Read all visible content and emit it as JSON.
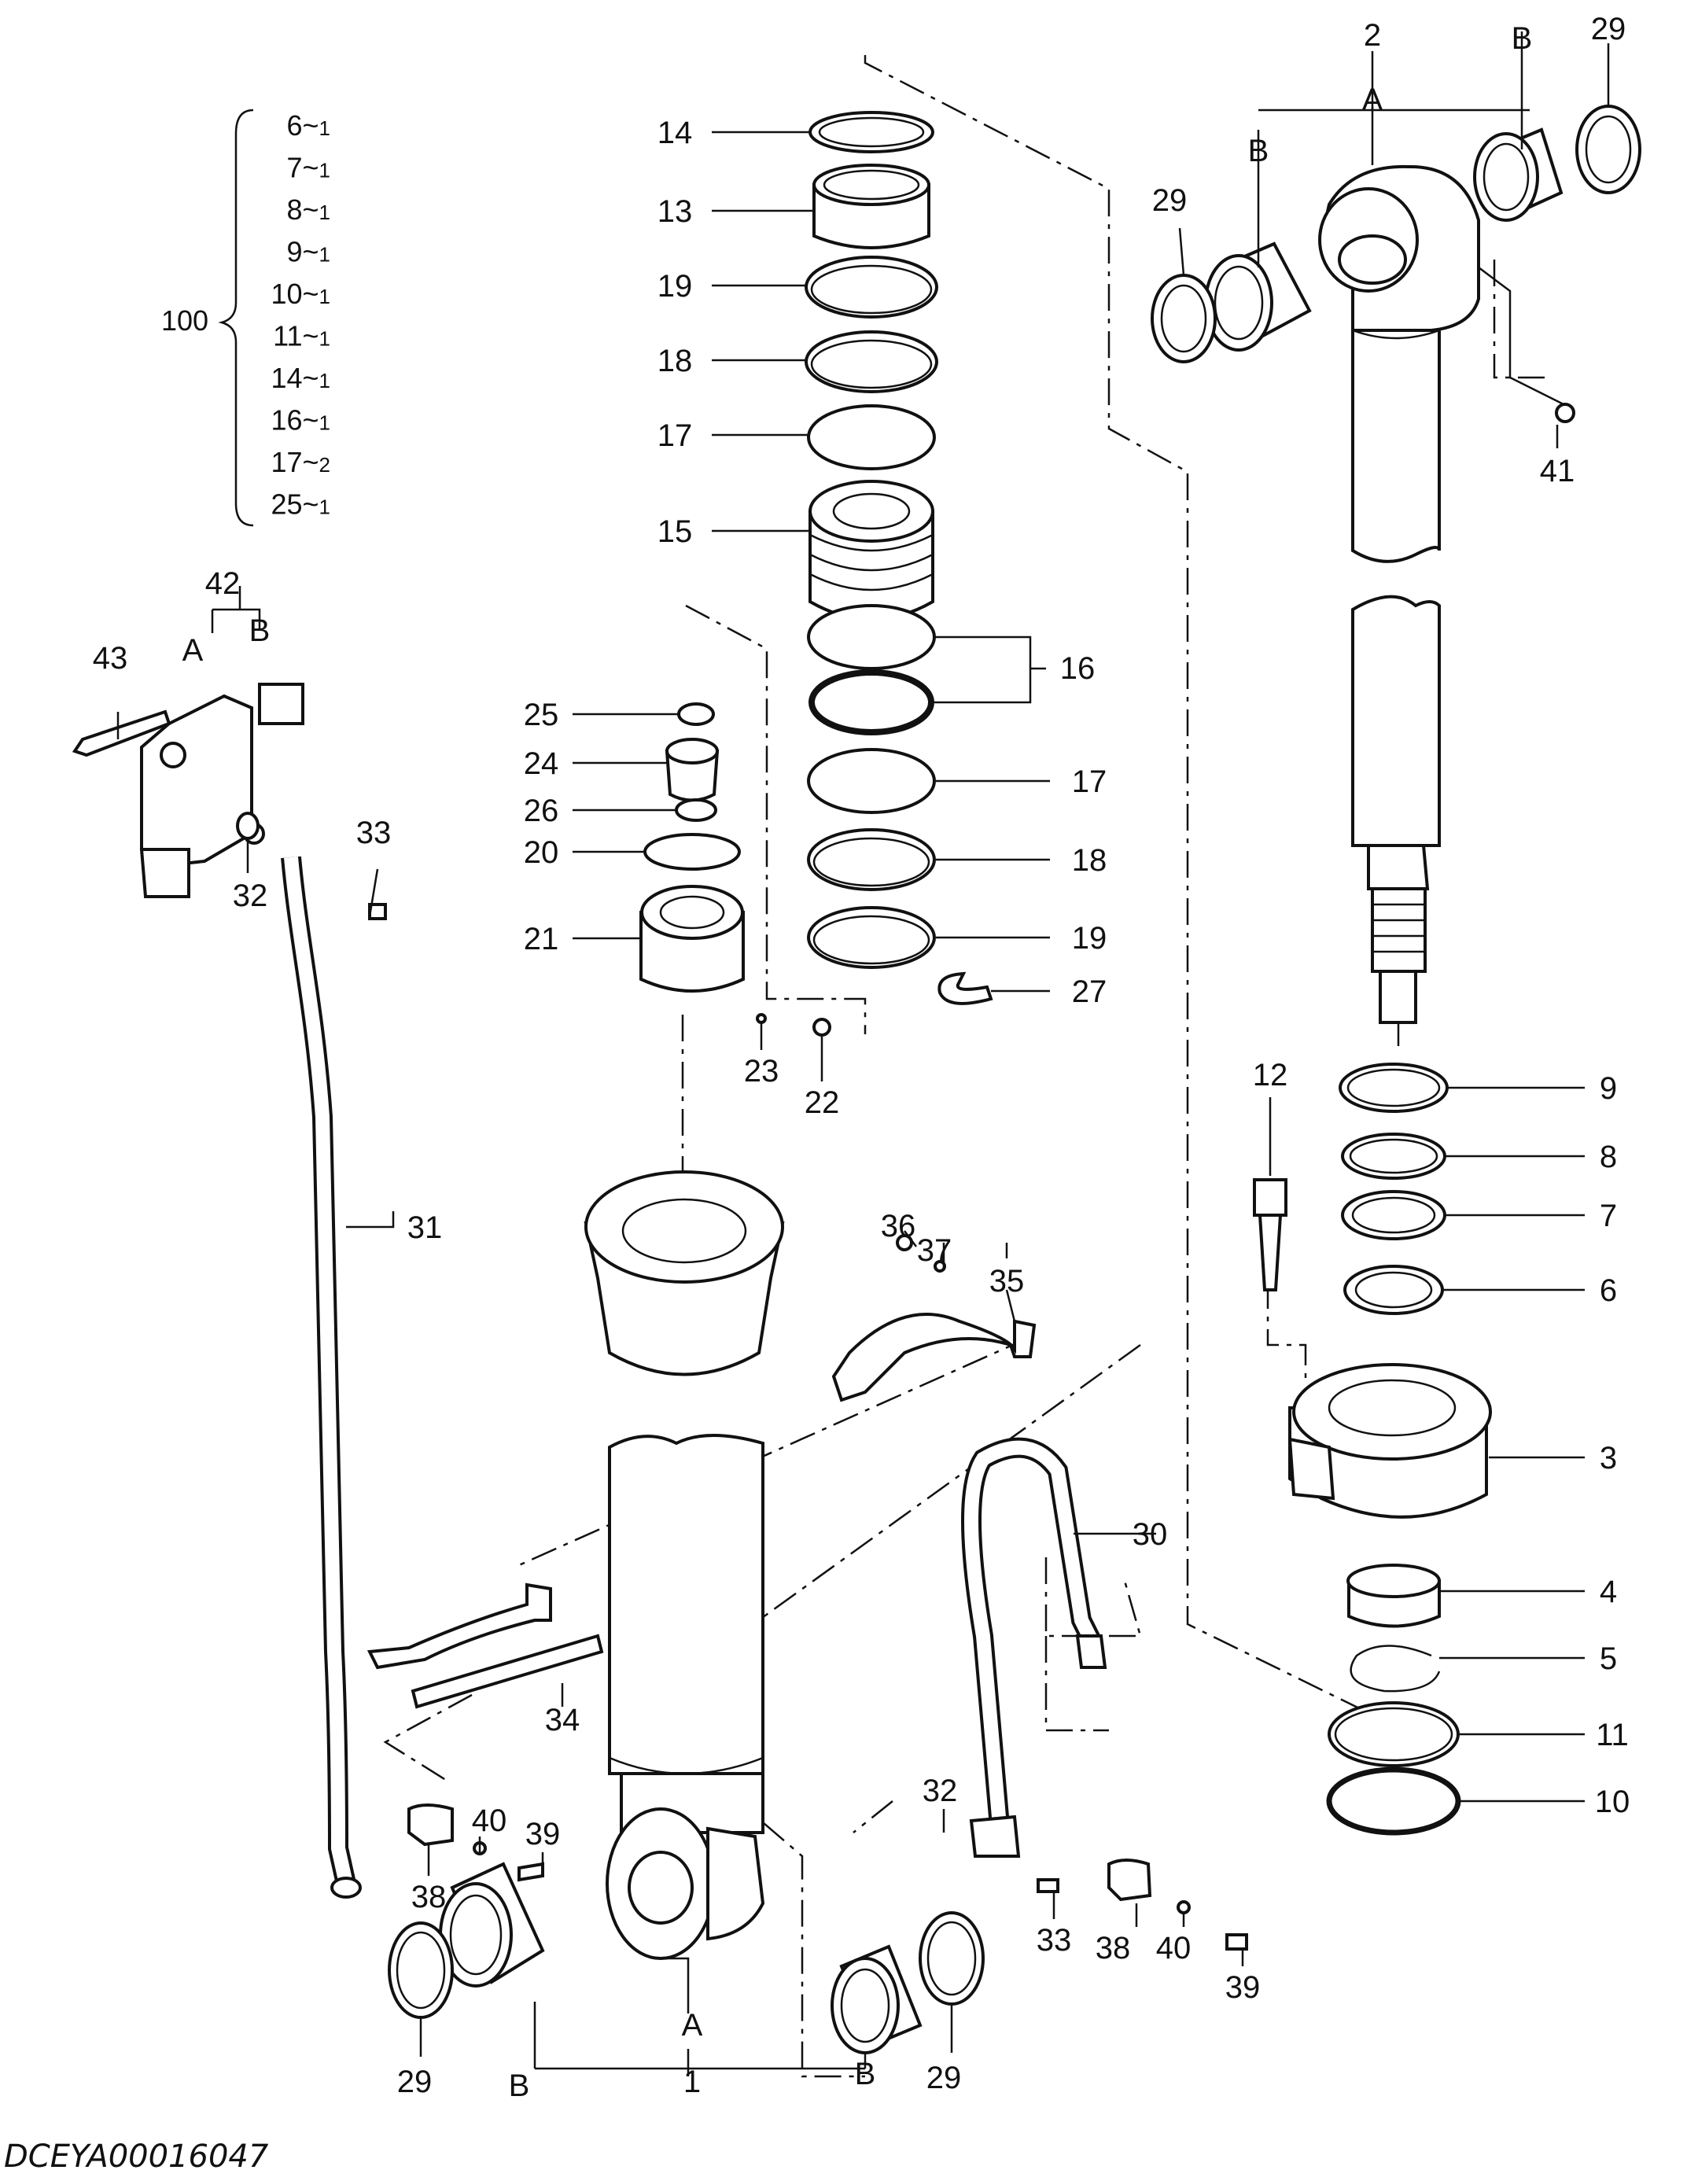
{
  "drawing_code": "DCEYA00016047",
  "kit": {
    "number": "100",
    "items": [
      {
        "part": "6",
        "qty": "1"
      },
      {
        "part": "7",
        "qty": "1"
      },
      {
        "part": "8",
        "qty": "1"
      },
      {
        "part": "9",
        "qty": "1"
      },
      {
        "part": "10",
        "qty": "1"
      },
      {
        "part": "11",
        "qty": "1"
      },
      {
        "part": "14",
        "qty": "1"
      },
      {
        "part": "16",
        "qty": "1"
      },
      {
        "part": "17",
        "qty": "2"
      },
      {
        "part": "25",
        "qty": "1"
      }
    ]
  },
  "callouts": {
    "p1": "1",
    "p2": "2",
    "p3": "3",
    "p4": "4",
    "p5": "5",
    "p6": "6",
    "p7": "7",
    "p8": "8",
    "p9": "9",
    "p10": "10",
    "p11": "11",
    "p12": "12",
    "p13": "13",
    "p14": "14",
    "p15": "15",
    "p16": "16",
    "p17a": "17",
    "p17b": "17",
    "p18a": "18",
    "p18b": "18",
    "p19a": "19",
    "p19b": "19",
    "p20": "20",
    "p21": "21",
    "p22": "22",
    "p23": "23",
    "p24": "24",
    "p25": "25",
    "p26": "26",
    "p27": "27",
    "p29a": "29",
    "p29b": "29",
    "p29c": "29",
    "p29d": "29",
    "p30": "30",
    "p31": "31",
    "p32a": "32",
    "p32b": "32",
    "p33a": "33",
    "p33b": "33",
    "p34": "34",
    "p35": "35",
    "p36": "36",
    "p37": "37",
    "p38a": "38",
    "p38b": "38",
    "p39a": "39",
    "p39b": "39",
    "p40a": "40",
    "p40b": "40",
    "p41": "41",
    "p42": "42",
    "p43": "43"
  },
  "sub_labels": {
    "a_rod": "A",
    "b_rod_left": "B",
    "b_rod_right": "B",
    "a_tube": "A",
    "b_tube_left": "B",
    "b_tube_right": "B",
    "a_valve": "A",
    "b_valve": "B"
  }
}
